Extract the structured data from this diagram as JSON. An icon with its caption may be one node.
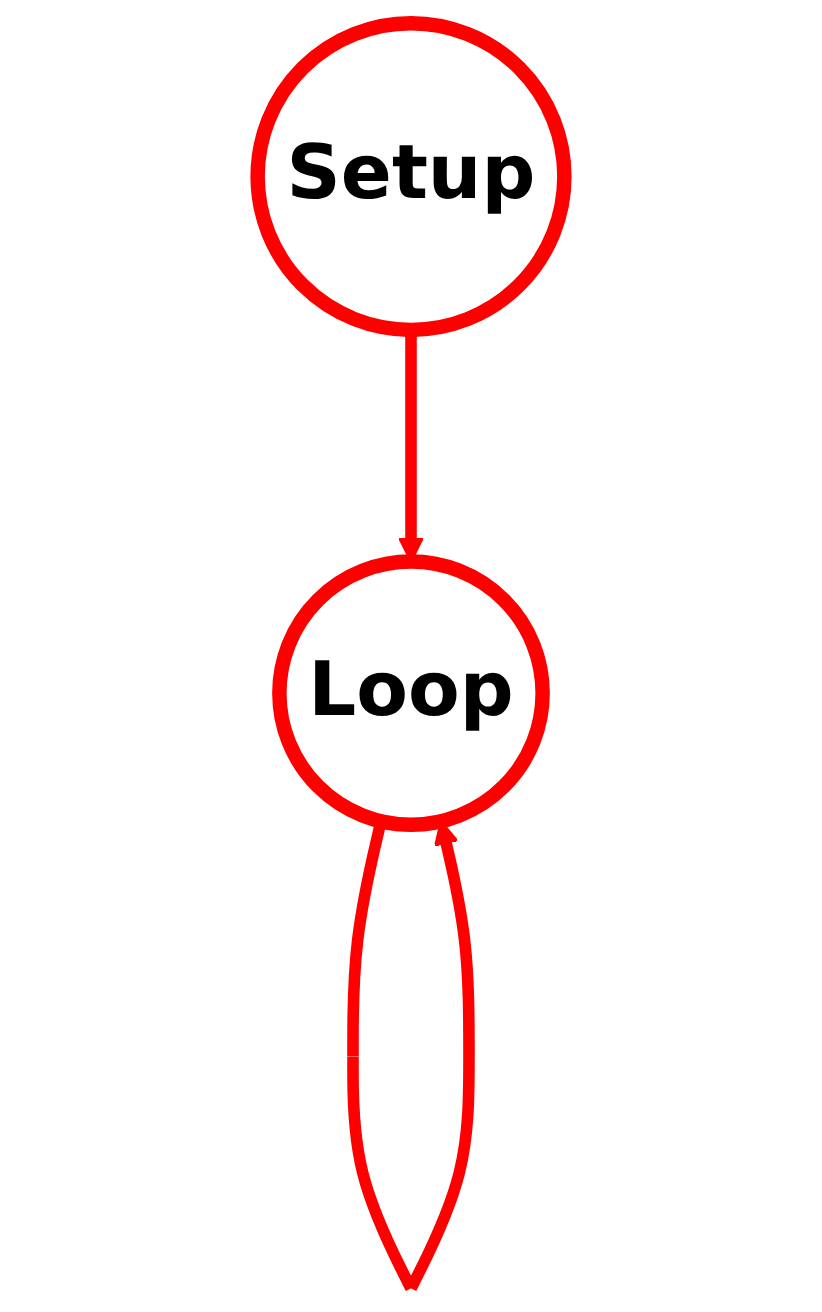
{
  "diagram": {
    "nodes": [
      {
        "text": [
          "Setup"
        ]
      },
      {
        "text": [
          "Loop"
        ]
      }
    ],
    "edges": [
      {
        "from": 0,
        "to": 1,
        "arrow": "to"
      },
      {
        "from": 1,
        "to": 1,
        "arrow": "to"
      }
    ]
  }
}
